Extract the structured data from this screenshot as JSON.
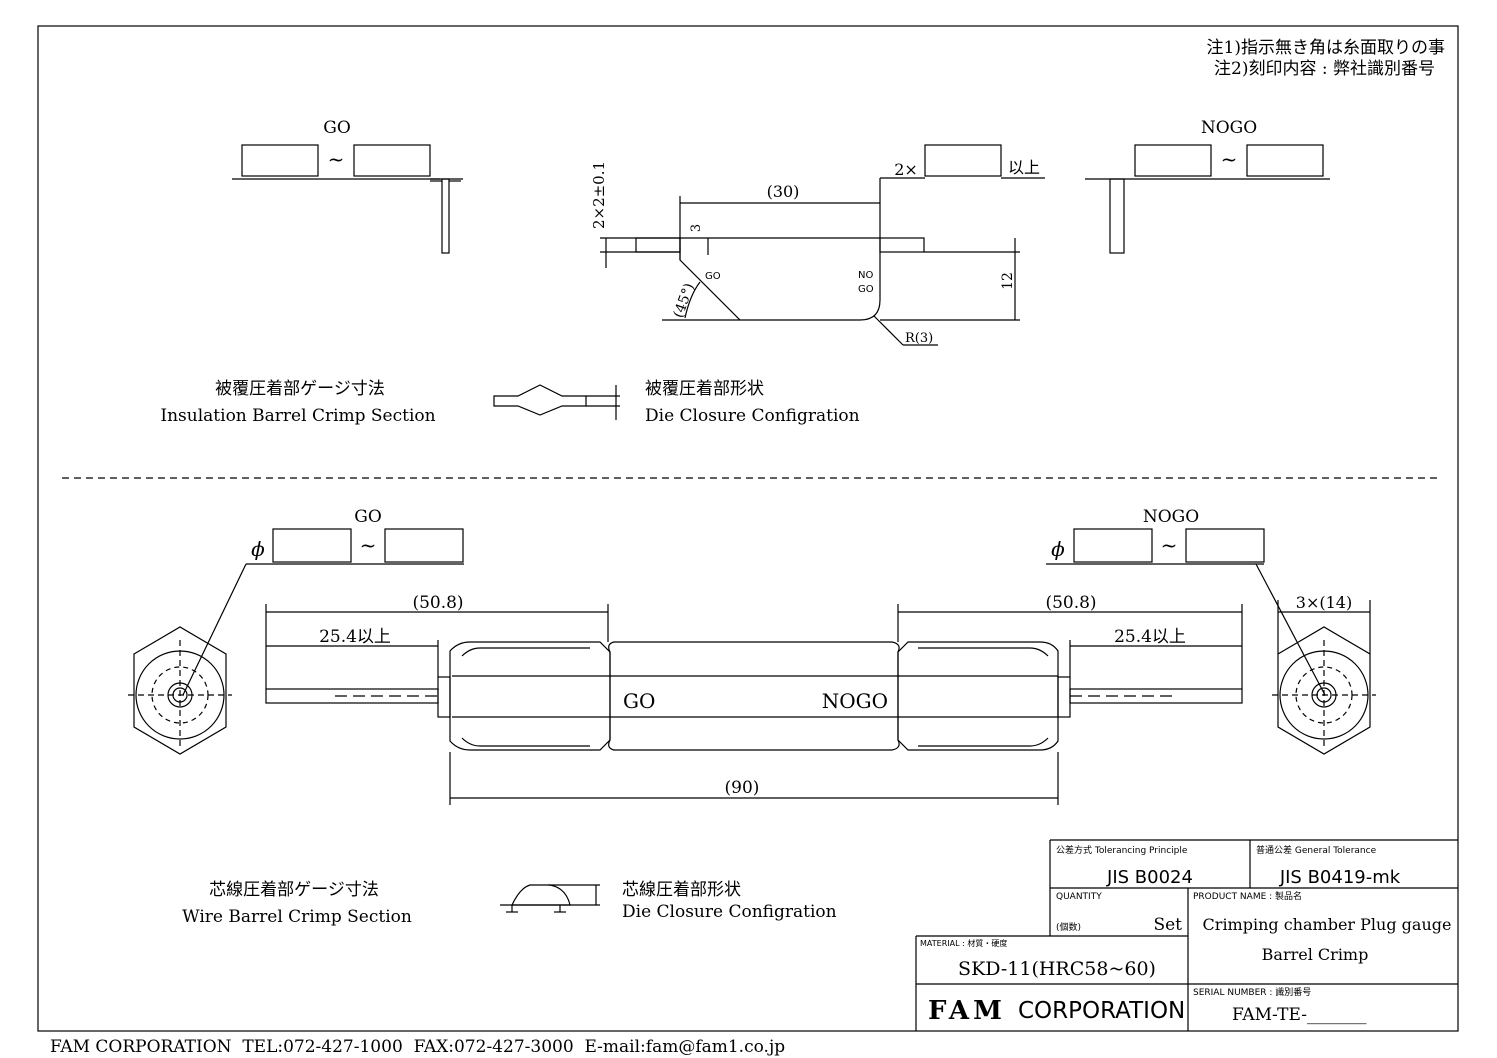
{
  "notes": {
    "note1": "注1)指示無き角は糸面取りの事",
    "note2": "注2)刻印内容 : 弊社識別番号"
  },
  "insulation": {
    "go_label": "GO",
    "nogo_label": "NOGO",
    "tilde": "~",
    "dim_2x2": "2×2±0.1",
    "dim_30": "(30)",
    "dim_3": "3",
    "dim_12": "12",
    "dim_45": "(45°)",
    "dim_r3": "R(3)",
    "dim_2x": "2×",
    "ijou": "以上",
    "mark_go": "GO",
    "mark_nogo_1": "NO",
    "mark_nogo_2": "GO",
    "title_jp": "被覆圧着部ゲージ寸法",
    "title_en": "Insulation Barrel Crimp Section",
    "shape_jp": "被覆圧着部形状",
    "shape_en": "Die Closure Configration"
  },
  "wire": {
    "go_label": "GO",
    "nogo_label": "NOGO",
    "phi": "ϕ",
    "tilde": "~",
    "dim_508_left": "(50.8)",
    "dim_508_right": "(50.8)",
    "dim_254_left": "25.4以上",
    "dim_254_right": "25.4以上",
    "dim_3x14": "3×(14)",
    "dim_90": "(90)",
    "mark_go": "GO",
    "mark_nogo": "NOGO",
    "title_jp": "芯線圧着部ゲージ寸法",
    "title_en": "Wire Barrel Crimp Section",
    "shape_jp": "芯線圧着部形状",
    "shape_en": "Die Closure Configration"
  },
  "title_block": {
    "tol_principle_label": "公差方式 Tolerancing Principle",
    "tol_principle_value": "JIS B0024",
    "general_tol_label": "普通公差 General Tolerance",
    "general_tol_value": "JIS B0419-mk",
    "quantity_label": "QUANTITY",
    "quantity_sub": "(個数)",
    "quantity_value": "Set",
    "product_label": "PRODUCT NAME : 製品名",
    "product_line1": "Crimping chamber Plug gauge",
    "product_line2": "Barrel Crimp",
    "material_label": "MATERIAL : 材質・硬度",
    "material_value": "SKD-11(HRC58~60)",
    "company_fam": "FAM",
    "company_corp": "CORPORATION",
    "serial_label": "SERIAL NUMBER : 識別番号",
    "serial_value": "FAM-TE-_______"
  },
  "footer": "FAM CORPORATION  TEL:072-427-1000  FAX:072-427-3000  E-mail:fam@fam1.co.jp"
}
